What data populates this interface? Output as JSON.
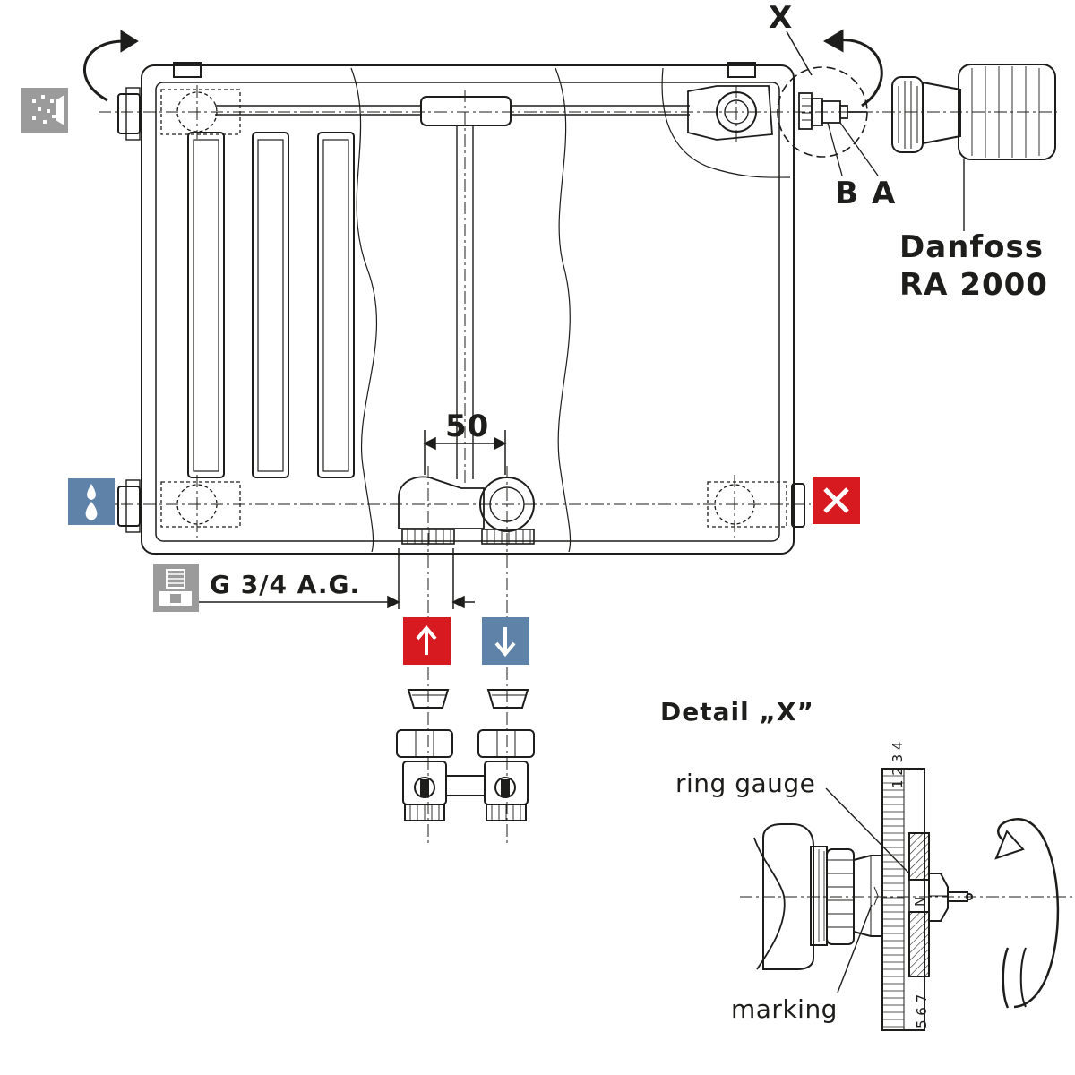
{
  "labels": {
    "x_marker": "X",
    "b_marker": "B",
    "a_marker": "A",
    "brand_line1": "Danfoss",
    "brand_line2": "RA 2000",
    "dimension": "50",
    "thread": "G 3/4 A.G.",
    "detail_title": "Detail „X”",
    "ring_gauge": "ring gauge",
    "marking": "marking",
    "scale_top": "1 2 3 4",
    "scale_bottom": "5 6 7",
    "scale_mid": "N"
  },
  "icons": {
    "vent": "air-vent-icon",
    "water": "water-drops-icon",
    "closed": "closed-x-icon",
    "fitting": "thread-fitting-icon",
    "flow": "flow-up-arrow-icon",
    "return": "return-down-arrow-icon"
  },
  "colors": {
    "red": "#d71920",
    "blue": "#5f83a8",
    "grey": "#9b9b9b",
    "line": "#1d1d1b"
  }
}
